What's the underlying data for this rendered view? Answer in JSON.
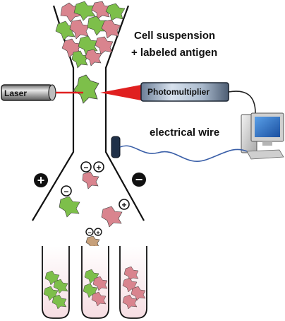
{
  "labels": {
    "cell_suspension": "Cell suspension",
    "labeled_antigen": "+ labeled antigen",
    "laser": "Laser",
    "photomultiplier": "Photomultiplier",
    "electrical_wire": "electrical wire"
  },
  "symbols": {
    "plus": "+",
    "minus": "−"
  },
  "colors": {
    "green_cell": "#7dbf4a",
    "pink_cell": "#d9848e",
    "laser_beam": "#e02020",
    "wire": "#3a5fa8",
    "outline": "#111111"
  },
  "icons": [
    "laser-device-icon",
    "photomultiplier-tube-icon",
    "computer-icon",
    "detector-sensor-icon",
    "test-tube-icon"
  ]
}
